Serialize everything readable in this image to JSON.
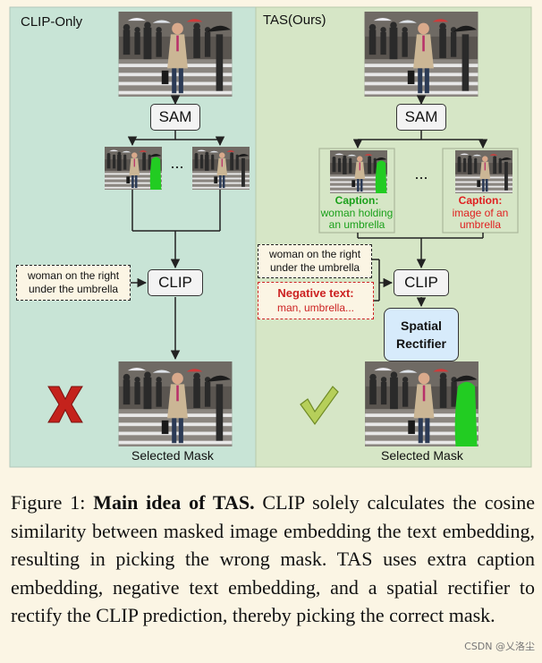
{
  "left_panel": {
    "title": "CLIP-Only",
    "sam_label": "SAM",
    "dots": "...",
    "query_text": "woman on the right under the umbrella",
    "clip_label": "CLIP",
    "result_mark": "X",
    "selected_mask_label": "Selected Mask",
    "bg_color": "#c8e4d6"
  },
  "right_panel": {
    "title": "TAS(Ours)",
    "sam_label": "SAM",
    "dots": "...",
    "caption_left_title": "Caption:",
    "caption_left_text": "woman holding an umbrella",
    "caption_right_title": "Caption:",
    "caption_right_text": "image of an umbrella",
    "query_text": "woman on the right under the umbrella",
    "negative_title": "Negative text:",
    "negative_text": "man, umbrella...",
    "clip_label": "CLIP",
    "rectifier_label": "Spatial Rectifier",
    "result_mark": "✓",
    "selected_mask_label": "Selected Mask",
    "bg_color": "#d6e6c6"
  },
  "colors": {
    "caption_green": "#1aa01a",
    "caption_red": "#e02020",
    "cross_red": "#c4221c",
    "check_green": "#b6cf5a",
    "mask_green": "#22cc22"
  },
  "figure_caption": {
    "label": "Figure 1:",
    "title": "Main idea of TAS.",
    "body": "CLIP solely calculates the cosine similarity between masked image embedding the text embedding, resulting in picking the wrong mask. TAS uses extra caption embedding, negative text embedding, and a spatial rectifier to rectify the CLIP prediction, thereby picking the correct mask."
  },
  "watermark": "CSDN @乂洛尘"
}
